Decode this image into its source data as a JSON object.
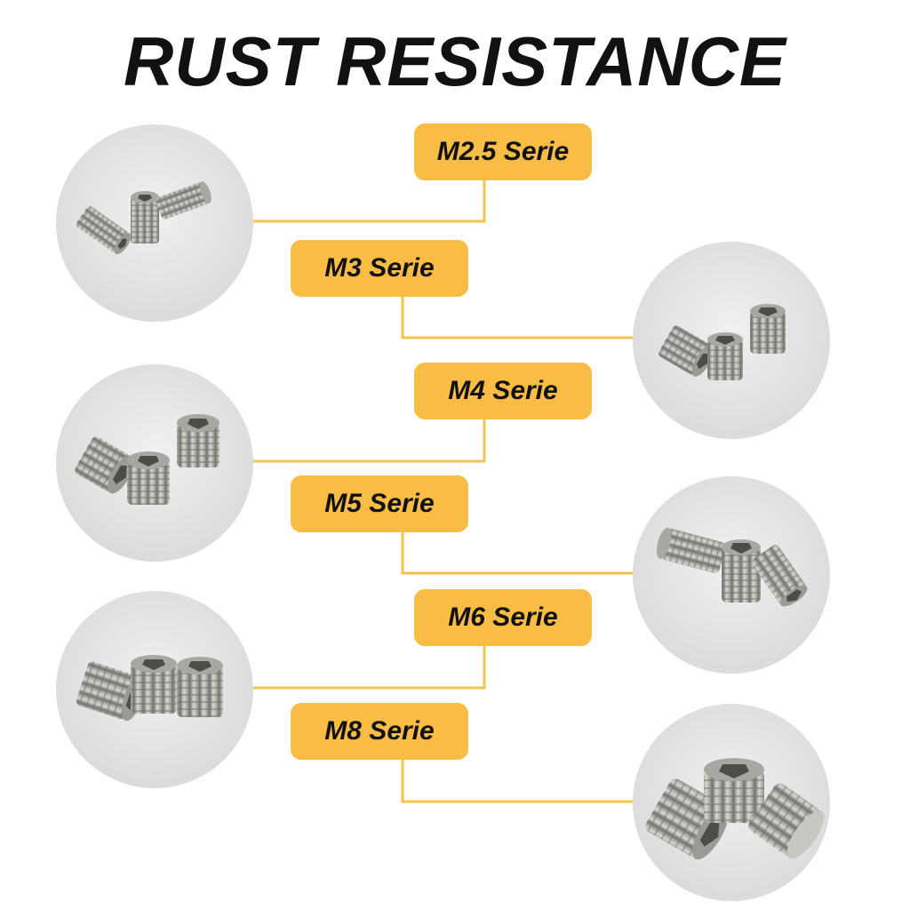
{
  "title": "RUST RESISTANCE",
  "colors": {
    "accent": "#F9BD45",
    "connector": "#F4C24E",
    "photo_bg": "#E4E4E4",
    "screw_metal": "#B7B5B0",
    "screw_dark": "#6F6D68",
    "title_text": "#111111"
  },
  "series": [
    {
      "label": "M2.5 Serie",
      "side": "left"
    },
    {
      "label": "M3 Serie",
      "side": "right"
    },
    {
      "label": "M4 Serie",
      "side": "left"
    },
    {
      "label": "M5 Serie",
      "side": "right"
    },
    {
      "label": "M6 Serie",
      "side": "left"
    },
    {
      "label": "M8 Serie",
      "side": "right"
    }
  ],
  "icons": {
    "photo": "set-screw-photo"
  }
}
